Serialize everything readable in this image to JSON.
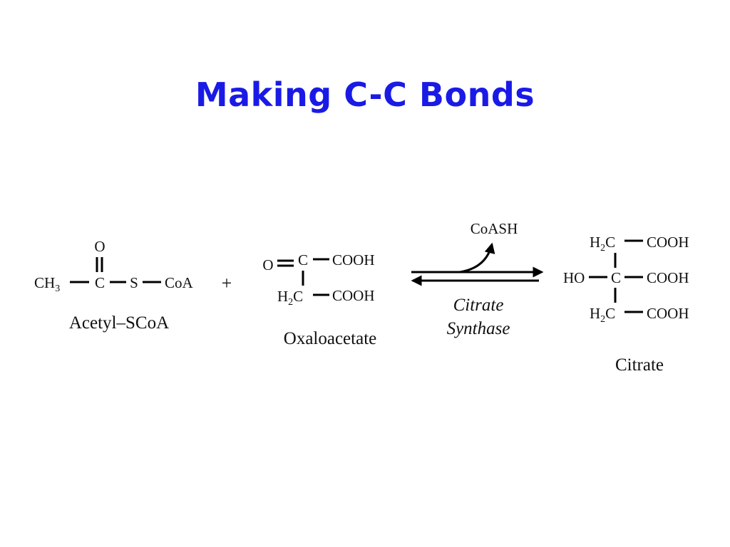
{
  "title": "Making C-C Bonds",
  "acetyl_scoa": {
    "o": "O",
    "ch": "CH",
    "ch_sub": "3",
    "c": "C",
    "s": "S",
    "coa": "CoA",
    "name": "Acetyl–SCoA"
  },
  "plus": "+",
  "oxaloacetate": {
    "o": "O",
    "c": "C",
    "cooh_top": "COOH",
    "h": "H",
    "h_sub": "2",
    "c2": "C",
    "cooh_bottom": "COOH",
    "name": "Oxaloacetate"
  },
  "reaction": {
    "byproduct": "CoASH",
    "enzyme_line1": "Citrate",
    "enzyme_line2": "Synthase"
  },
  "citrate": {
    "h_top": "H",
    "h_top_sub": "2",
    "c_top": "C",
    "cooh_top": "COOH",
    "ho": "HO",
    "c_mid": "C",
    "cooh_mid": "COOH",
    "h_bottom": "H",
    "h_bottom_sub": "2",
    "c_bottom": "C",
    "cooh_bottom": "COOH",
    "name": "Citrate"
  },
  "colors": {
    "title": "#1a1ae6",
    "ink": "#111111",
    "background": "#ffffff"
  }
}
